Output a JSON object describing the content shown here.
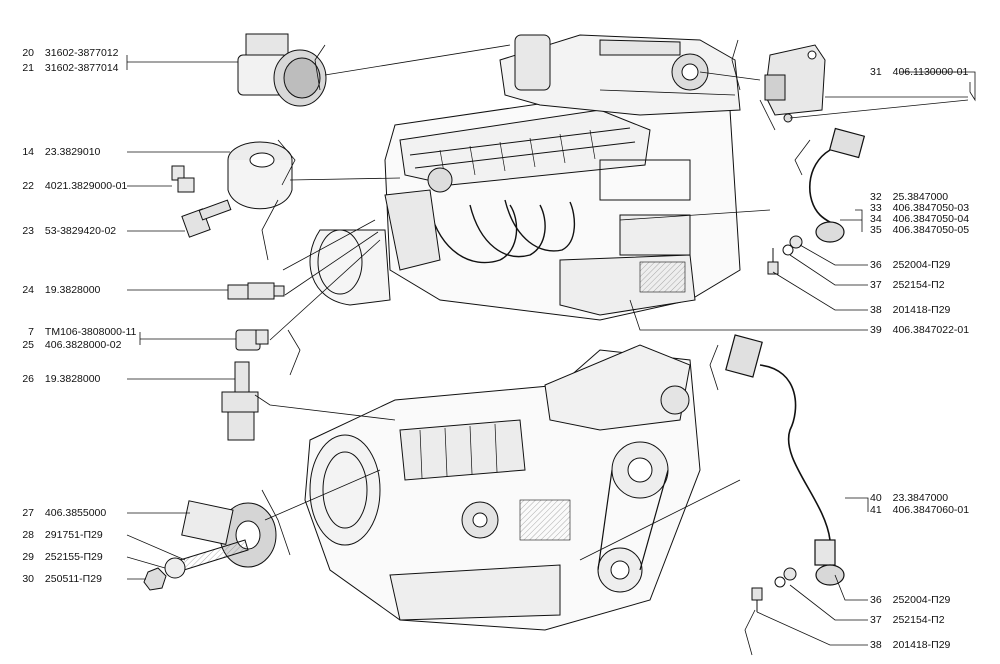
{
  "callouts": {
    "c20": {
      "num": "20",
      "code": "31602-3877012"
    },
    "c21": {
      "num": "21",
      "code": "31602-3877014"
    },
    "c14": {
      "num": "14",
      "code": "23.3829010"
    },
    "c22": {
      "num": "22",
      "code": "4021.3829000-01"
    },
    "c23": {
      "num": "23",
      "code": "53-3829420-02"
    },
    "c24": {
      "num": "24",
      "code": "19.3828000"
    },
    "c7": {
      "num": "7",
      "code": "ТМ106-3808000-11"
    },
    "c25": {
      "num": "25",
      "code": "406.3828000-02"
    },
    "c26": {
      "num": "26",
      "code": "19.3828000"
    },
    "c27": {
      "num": "27",
      "code": "406.3855000"
    },
    "c28": {
      "num": "28",
      "code": "291751-П29"
    },
    "c29": {
      "num": "29",
      "code": "252155-П29"
    },
    "c30": {
      "num": "30",
      "code": "250511-П29"
    },
    "c31": {
      "num": "31",
      "code": "406.1130000-01"
    },
    "c32": {
      "num": "32",
      "code": "25.3847000"
    },
    "c33": {
      "num": "33",
      "code": "406.3847050-03"
    },
    "c34": {
      "num": "34",
      "code": "406.3847050-04"
    },
    "c35": {
      "num": "35",
      "code": "406.3847050-05"
    },
    "c36a": {
      "num": "36",
      "code": "252004-П29"
    },
    "c37a": {
      "num": "37",
      "code": "252154-П2"
    },
    "c38a": {
      "num": "38",
      "code": "201418-П29"
    },
    "c39": {
      "num": "39",
      "code": "406.3847022-01"
    },
    "c40": {
      "num": "40",
      "code": "23.3847000"
    },
    "c41": {
      "num": "41",
      "code": "406.3847060-01"
    },
    "c36b": {
      "num": "36",
      "code": "252004-П29"
    },
    "c37b": {
      "num": "37",
      "code": "252154-П2"
    },
    "c38b": {
      "num": "38",
      "code": "201418-П29"
    }
  },
  "colors": {
    "ink": "#111111",
    "paper": "#ffffff",
    "shade": "#cfcfcf"
  }
}
